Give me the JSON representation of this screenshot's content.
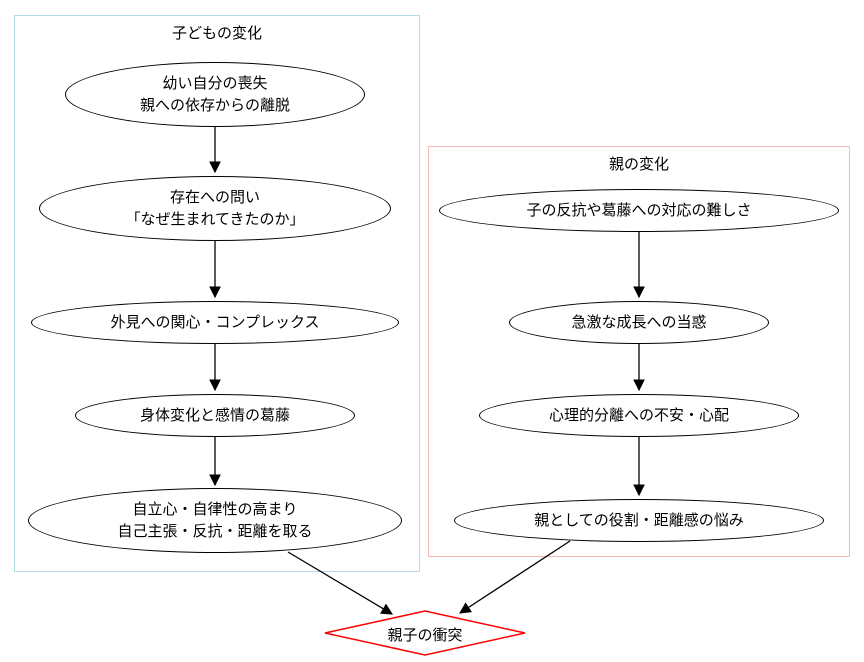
{
  "diagram": {
    "type": "flowchart",
    "clusters": {
      "child": {
        "title": "子どもの変化",
        "border_color": "#b0dde4",
        "nodes": [
          {
            "id": "c1",
            "label": "幼い自分の喪失\n親への依存からの離脱"
          },
          {
            "id": "c2",
            "label": "存在への問い\n「なぜ生まれてきたのか」"
          },
          {
            "id": "c3",
            "label": "外見への関心・コンプレックス"
          },
          {
            "id": "c4",
            "label": "身体変化と感情の葛藤"
          },
          {
            "id": "c5",
            "label": "自立心・自律性の高まり\n自己主張・反抗・距離を取る"
          }
        ]
      },
      "parent": {
        "title": "親の変化",
        "border_color": "#f5b8b8",
        "nodes": [
          {
            "id": "p1",
            "label": "子の反抗や葛藤への対応の難しさ"
          },
          {
            "id": "p2",
            "label": "急激な成長への当惑"
          },
          {
            "id": "p3",
            "label": "心理的分離への不安・心配"
          },
          {
            "id": "p4",
            "label": "親としての役割・距離感の悩み"
          }
        ]
      }
    },
    "conflict": {
      "id": "conflict",
      "label": "親子の衝突",
      "shape": "diamond",
      "border_color": "#ff0000"
    },
    "edges": [
      {
        "from": "c1",
        "to": "c2"
      },
      {
        "from": "c2",
        "to": "c3"
      },
      {
        "from": "c3",
        "to": "c4"
      },
      {
        "from": "c4",
        "to": "c5"
      },
      {
        "from": "p1",
        "to": "p2"
      },
      {
        "from": "p2",
        "to": "p3"
      },
      {
        "from": "p3",
        "to": "p4"
      },
      {
        "from": "c5",
        "to": "conflict"
      },
      {
        "from": "p4",
        "to": "conflict"
      }
    ],
    "edge_color": "#000000"
  }
}
